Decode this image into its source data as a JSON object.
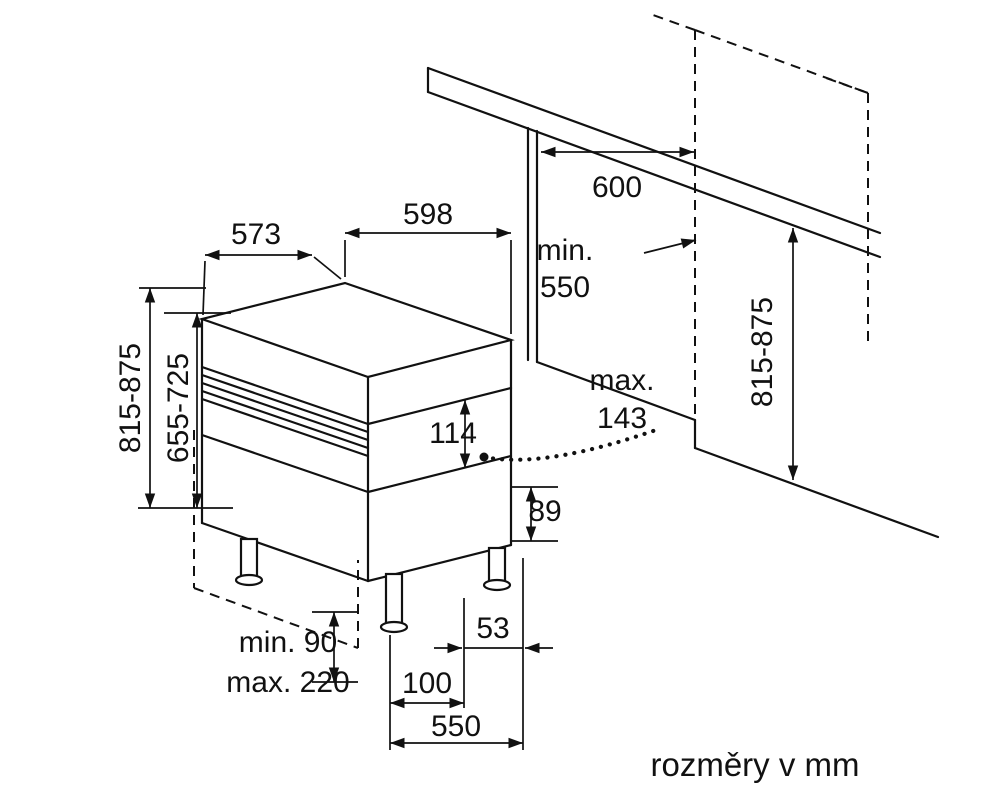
{
  "figure": {
    "caption": "rozměry v mm"
  },
  "colors": {
    "line": "#111111",
    "background": "#ffffff"
  },
  "labels": {
    "appliance_depth": "573",
    "appliance_width": "598",
    "niche_width": "600",
    "niche_depth_prefix": "min.",
    "niche_depth_value": "550",
    "appliance_height_range": "815-875",
    "furniture_door_height_range": "655-725",
    "niche_height_range": "815-875",
    "control_panel_height": "114",
    "door_clearance_prefix": "max.",
    "door_clearance_value": "143",
    "base_corner_height": "89",
    "plinth_height_min": "min. 90",
    "plinth_height_max": "max. 220",
    "rear_foot_offset": "53",
    "plinth_recess_depth": "100",
    "base_depth": "550"
  }
}
